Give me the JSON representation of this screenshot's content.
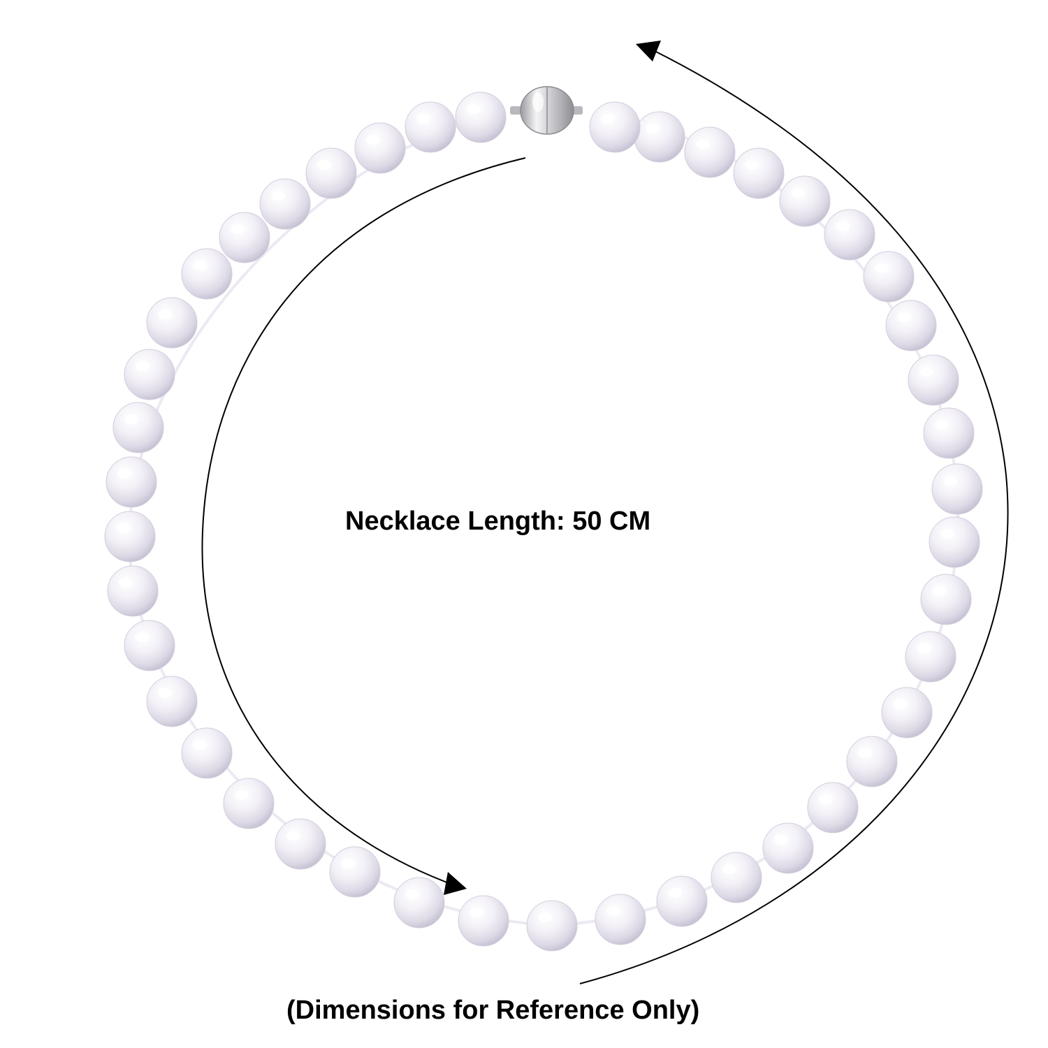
{
  "product": {
    "length_label": "Necklace Length: 50 CM",
    "disclaimer": "(Dimensions for Reference Only)"
  },
  "necklace": {
    "pearl_color": "#f4f2f8",
    "pearl_shadow": "#c9c5d6",
    "pearl_highlight": "#ffffff",
    "clasp_color": "#d9d9dc",
    "clasp_finish": "silver",
    "arrow_color": "#000000"
  }
}
